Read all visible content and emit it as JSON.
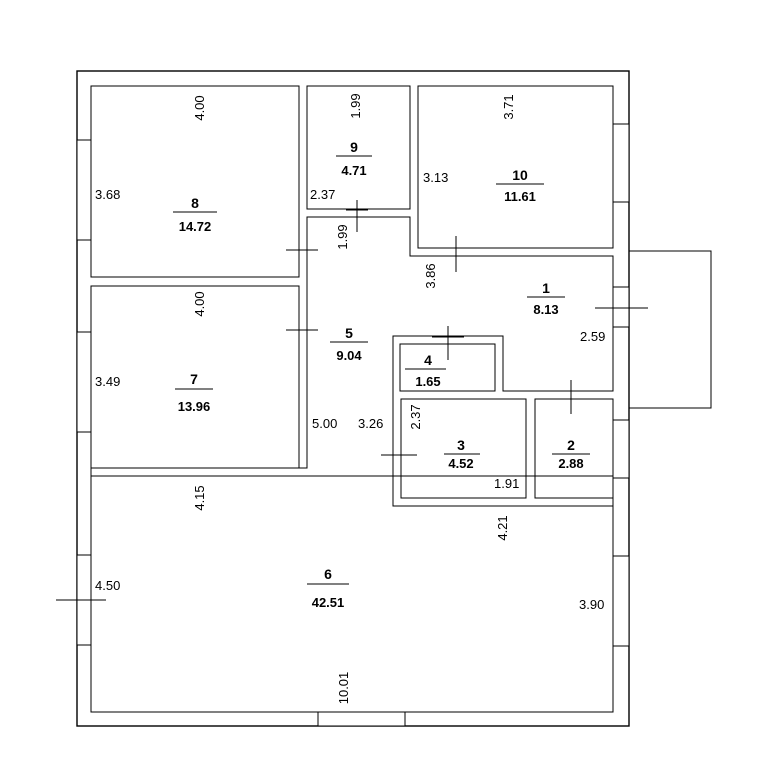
{
  "rooms": [
    {
      "id": "1",
      "number": "1",
      "area": "8.13"
    },
    {
      "id": "2",
      "number": "2",
      "area": "2.88"
    },
    {
      "id": "3",
      "number": "3",
      "area": "4.52"
    },
    {
      "id": "4",
      "number": "4",
      "area": "1.65"
    },
    {
      "id": "5",
      "number": "5",
      "area": "9.04"
    },
    {
      "id": "6",
      "number": "6",
      "area": "42.51"
    },
    {
      "id": "7",
      "number": "7",
      "area": "13.96"
    },
    {
      "id": "8",
      "number": "8",
      "area": "14.72"
    },
    {
      "id": "9",
      "number": "9",
      "area": "4.71"
    },
    {
      "id": "10",
      "number": "10",
      "area": "11.61"
    }
  ],
  "dimensions": {
    "r8_top": "4.00",
    "r8_left": "3.68",
    "r9_top": "1.99",
    "r9_left": "2.37",
    "r10_top": "3.71",
    "r10_left": "3.13",
    "corridor_top": "1.99",
    "r1_left": "3.86",
    "r1_right": "2.59",
    "r7_top": "4.00",
    "r7_left": "3.49",
    "r5_left": "5.00",
    "r5_right": "3.26",
    "r3_left": "2.37",
    "r3_bottom": "1.91",
    "r6_top_left": "4.15",
    "r6_top_right": "4.21",
    "r6_left": "4.50",
    "r6_right": "3.90",
    "r6_bottom": "10.01"
  }
}
